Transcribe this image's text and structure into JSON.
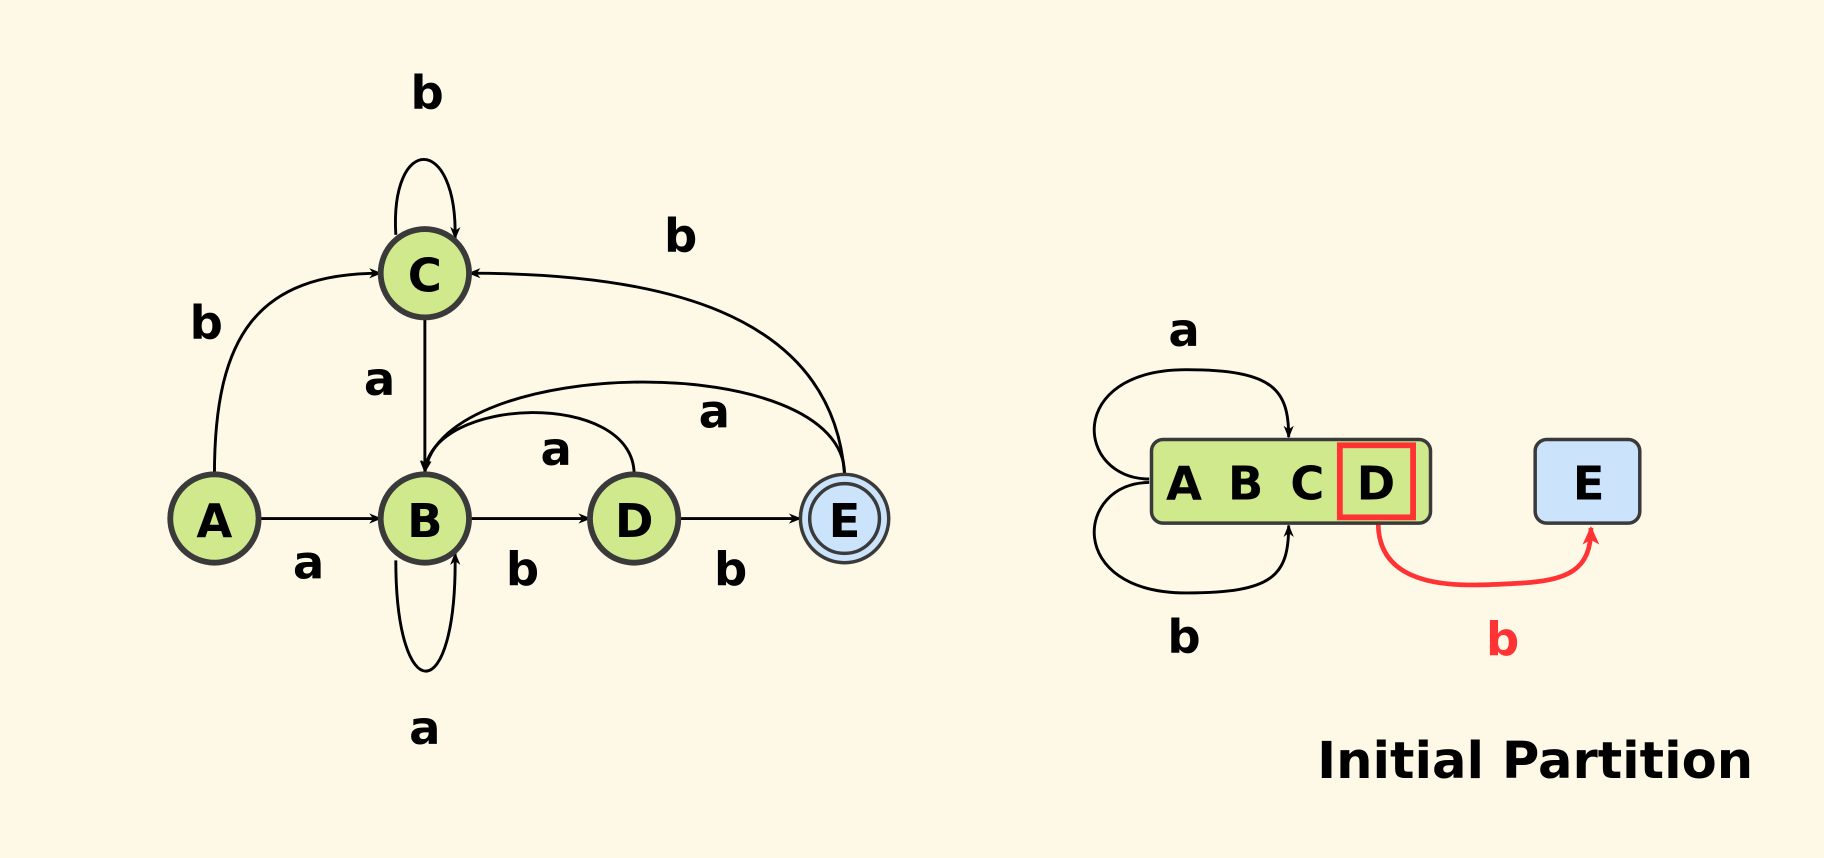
{
  "colors": {
    "background": "#fef8e7",
    "state": "#cfe98c",
    "accept_state": "#cce4fb",
    "border": "#3a3a3a",
    "highlight": "#ff3333"
  },
  "dfa": {
    "states": [
      {
        "id": "A",
        "label": "A",
        "accepting": false
      },
      {
        "id": "B",
        "label": "B",
        "accepting": false
      },
      {
        "id": "C",
        "label": "C",
        "accepting": false
      },
      {
        "id": "D",
        "label": "D",
        "accepting": false
      },
      {
        "id": "E",
        "label": "E",
        "accepting": true
      }
    ],
    "transitions": [
      {
        "from": "A",
        "to": "B",
        "label": "a"
      },
      {
        "from": "A",
        "to": "C",
        "label": "b"
      },
      {
        "from": "C",
        "to": "C",
        "label": "b"
      },
      {
        "from": "C",
        "to": "B",
        "label": "a"
      },
      {
        "from": "B",
        "to": "B",
        "label": "a"
      },
      {
        "from": "B",
        "to": "D",
        "label": "b"
      },
      {
        "from": "D",
        "to": "E",
        "label": "b"
      },
      {
        "from": "D",
        "to": "B",
        "label": "a"
      },
      {
        "from": "E",
        "to": "B",
        "label": "a"
      },
      {
        "from": "E",
        "to": "C",
        "label": "b"
      }
    ]
  },
  "partition": {
    "groups": [
      {
        "members": [
          "A",
          "B",
          "C",
          "D"
        ],
        "highlighted": "D"
      },
      {
        "members": [
          "E"
        ]
      }
    ],
    "transitions": [
      {
        "label": "a",
        "type": "self"
      },
      {
        "label": "b",
        "type": "self"
      },
      {
        "label": "b",
        "type": "D-to-E",
        "highlighted": true
      }
    ],
    "title": "Initial Partition"
  }
}
